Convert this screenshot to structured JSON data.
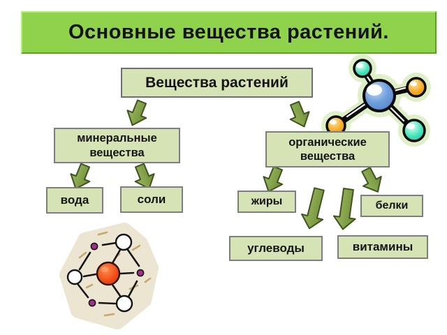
{
  "slide": {
    "title": "Основные вещества растений.",
    "diagram": {
      "root": "Вещества растений",
      "branches": [
        {
          "id": "mineral",
          "label": "минеральные вещества",
          "children": [
            "вода",
            "соли"
          ]
        },
        {
          "id": "organic",
          "label": "органические вещества",
          "children": [
            "жиры",
            "белки",
            "углеводы",
            "витамины"
          ]
        }
      ],
      "edges": [
        "Вещества растений → минеральные вещества",
        "Вещества растений → органические вещества",
        "минеральные вещества → вода",
        "минеральные вещества → соли",
        "органические вещества → жиры",
        "органические вещества → белки",
        "органические вещества → углеводы",
        "органические вещества → витамины"
      ]
    },
    "decorations": [
      {
        "icon": "molecule-3d-icon",
        "description": "ball-and-stick molecule clipart, top right"
      },
      {
        "icon": "atom-model-icon",
        "description": "atom/molecule network clipart, bottom left"
      }
    ],
    "colors": {
      "title_bg": "#8fd24b",
      "box_fill": "#d6e3b5",
      "box_border": "#7e7e7e",
      "arrow_fill": "#76923c",
      "arrow_stroke": "#3e541e",
      "molecule_blue": "#5b8fd4",
      "molecule_teal": "#3fe3b8",
      "molecule_orange": "#f6a81c",
      "atom_red": "#ee4813",
      "atom_purple": "#a0308a",
      "atom_beige": "#ece5d1",
      "background": "#ffffff"
    }
  }
}
